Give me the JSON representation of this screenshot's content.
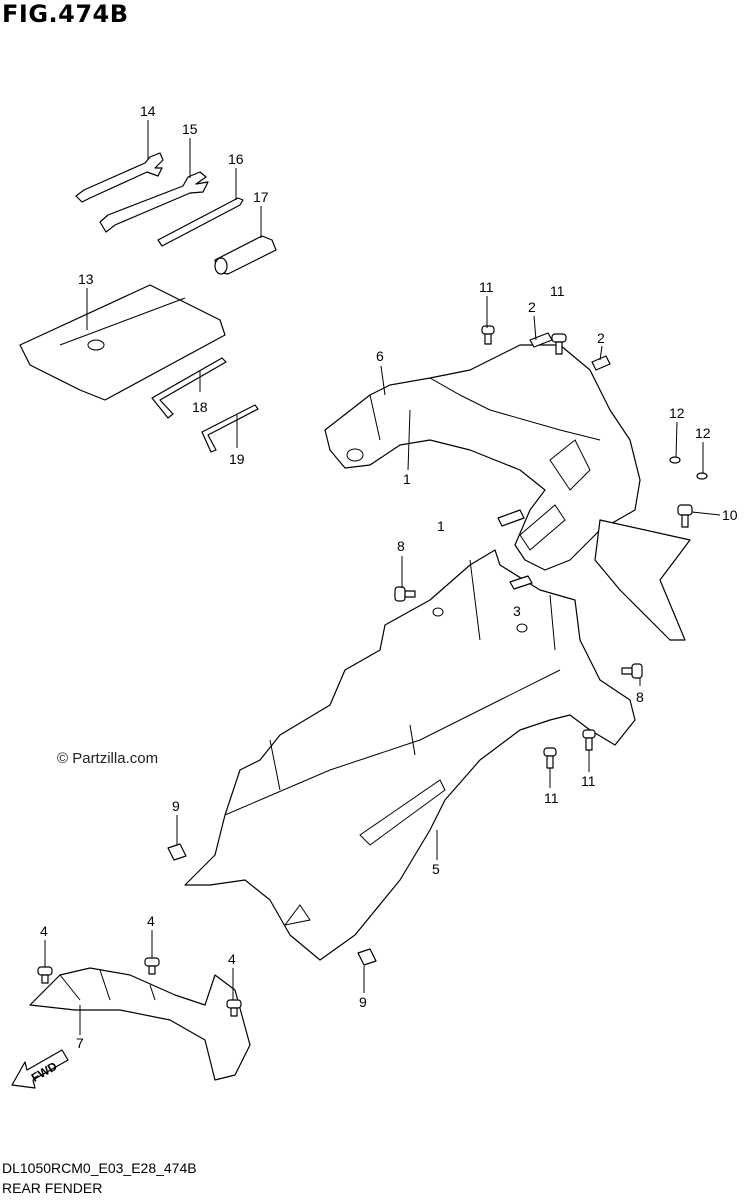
{
  "figure": {
    "title": "FIG.474B",
    "code": "DL1050RCM0_E03_E28_474B",
    "subtitle": "REAR FENDER",
    "watermark": "© Partzilla.com",
    "direction_label": "FWD"
  },
  "callouts": [
    "14",
    "15",
    "16",
    "17",
    "13",
    "18",
    "19",
    "11",
    "2",
    "11",
    "2",
    "6",
    "1",
    "12",
    "12",
    "10",
    "1",
    "8",
    "3",
    "8",
    "11",
    "11",
    "9",
    "5",
    "4",
    "4",
    "4",
    "7",
    "9"
  ]
}
